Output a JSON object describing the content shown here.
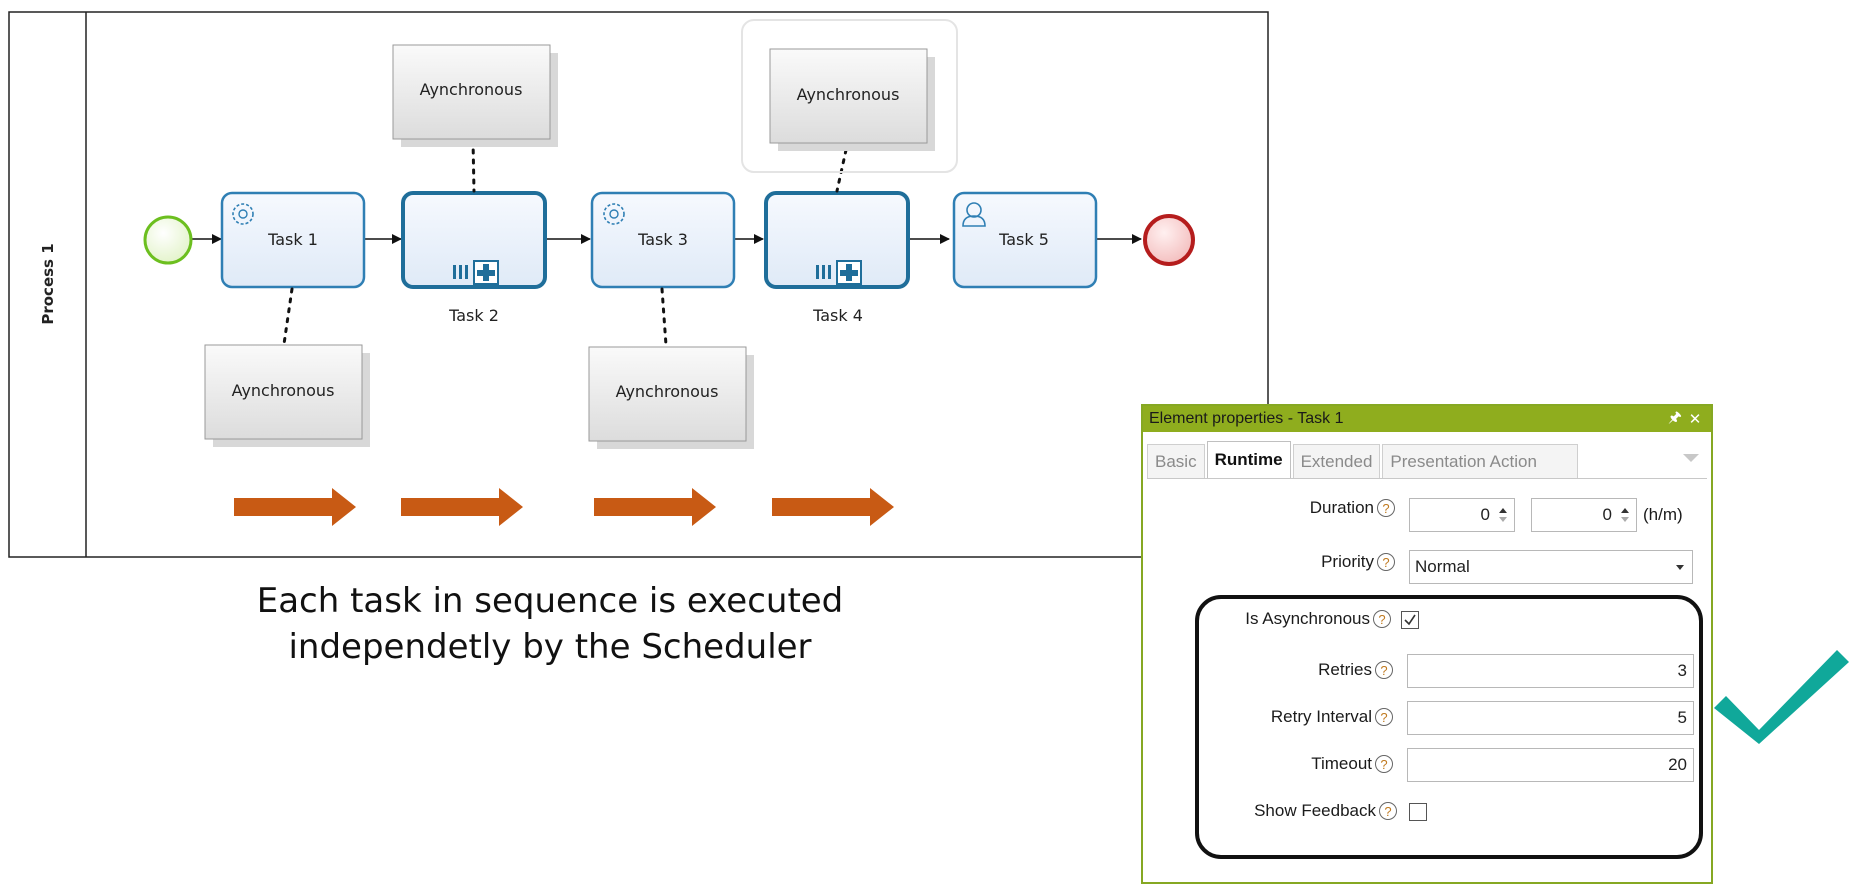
{
  "process": {
    "lane_label": "Process 1",
    "tasks": [
      {
        "label": "Task 1",
        "icon": "gear-icon"
      },
      {
        "label": "Task 2",
        "icon": "subprocess-icon"
      },
      {
        "label": "Task 3",
        "icon": "gear-icon"
      },
      {
        "label": "Task 4",
        "icon": "subprocess-icon"
      },
      {
        "label": "Task 5",
        "icon": "user-icon"
      }
    ],
    "annotations": [
      "Aynchronous",
      "Aynchronous",
      "Aynchronous",
      "Aynchronous"
    ]
  },
  "caption": {
    "line1": "Each task in sequence is executed",
    "line2": "independetly by the Scheduler"
  },
  "panel": {
    "title": "Element properties - Task 1",
    "pin_icon": "pin-icon",
    "close_icon": "close-icon",
    "tabs": [
      "Basic",
      "Runtime",
      "Extended",
      "Presentation Action"
    ],
    "active_tab": "Runtime",
    "duration": {
      "label": "Duration",
      "hours": "0",
      "minutes": "0",
      "unit": "(h/m)"
    },
    "priority": {
      "label": "Priority",
      "value": "Normal"
    },
    "is_asynchronous": {
      "label": "Is Asynchronous",
      "checked": true
    },
    "retries": {
      "label": "Retries",
      "value": "3"
    },
    "retry_interval": {
      "label": "Retry Interval",
      "value": "5"
    },
    "timeout": {
      "label": "Timeout",
      "value": "20"
    },
    "show_feedback": {
      "label": "Show Feedback",
      "checked": false
    },
    "help_glyph": "?"
  },
  "colors": {
    "task_fill": "#e8f1fb",
    "task_border": "#2f7fb4",
    "subprocess_border": "#1f6e9a",
    "start_event": "#6cbf1f",
    "end_event": "#b51d1d",
    "flow_arrow": "#c85a14",
    "panel_header": "#8fad1e",
    "checkmark": "#10a89a"
  }
}
